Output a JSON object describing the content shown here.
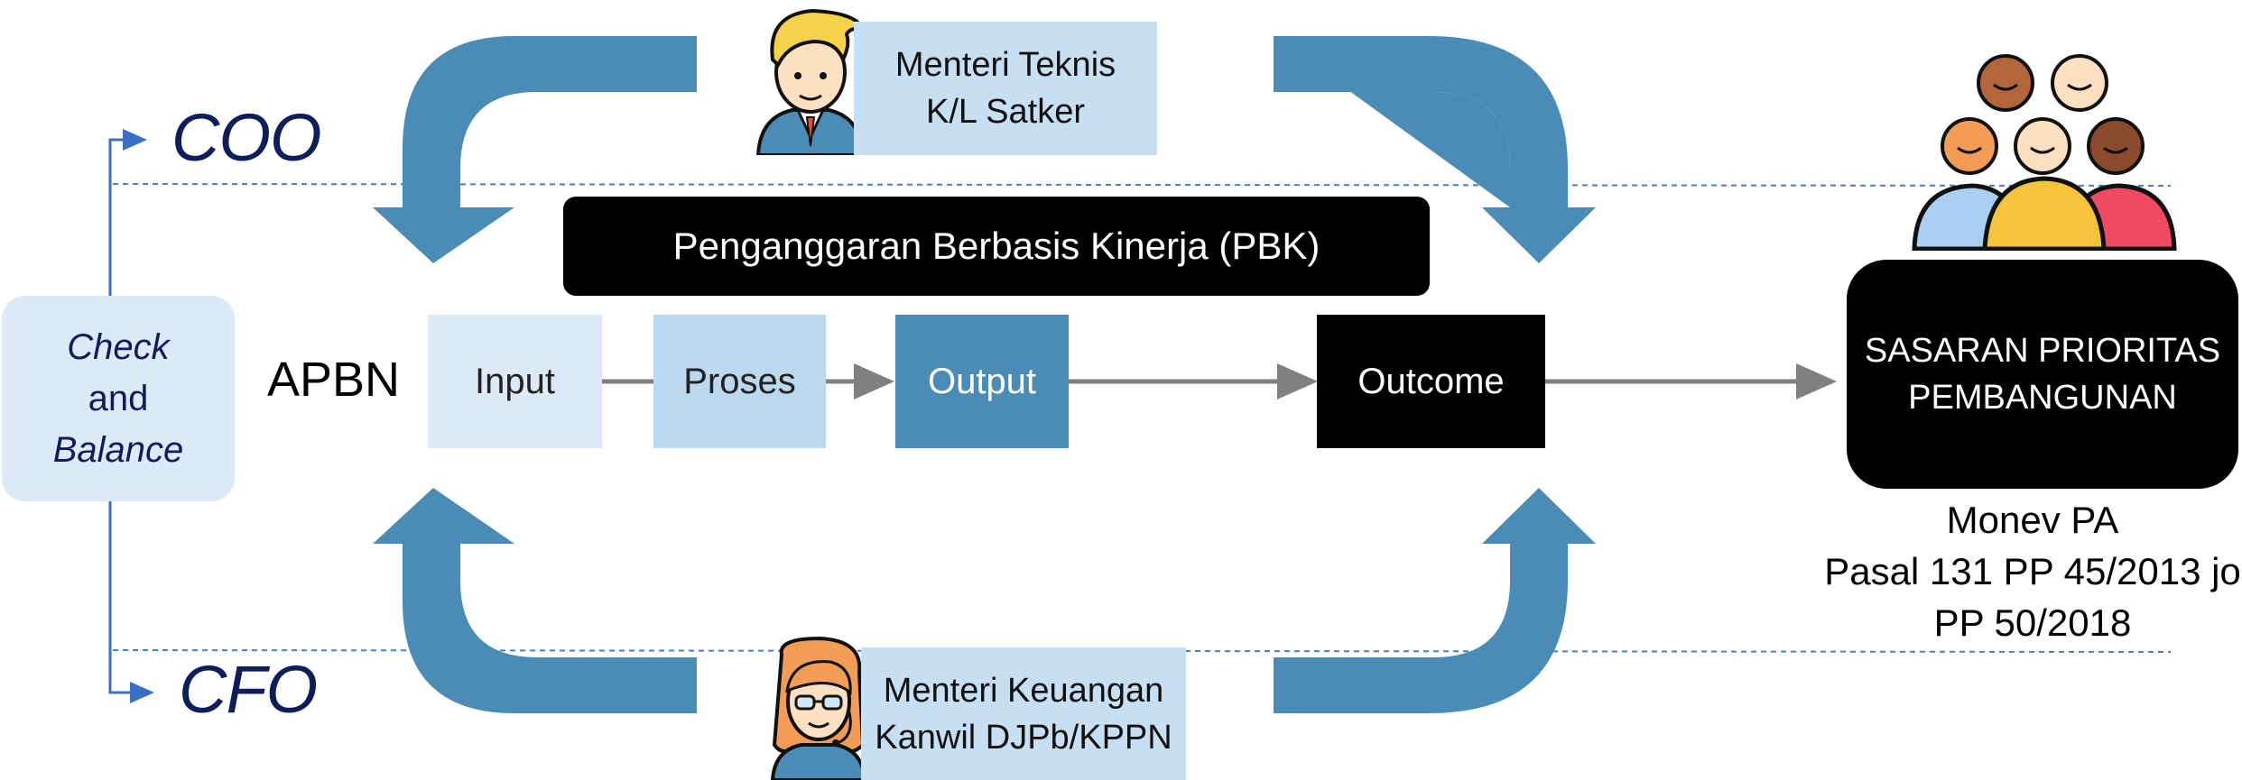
{
  "roles": {
    "top": "COO",
    "bottom": "CFO"
  },
  "check_balance": {
    "line1": "Check",
    "line2": "and",
    "line3": "Balance"
  },
  "apbn": "APBN",
  "pbk_banner": "Penganggaran Berbasis Kinerja (PBK)",
  "flow": {
    "input": "Input",
    "proses": "Proses",
    "output": "Output",
    "outcome": "Outcome"
  },
  "technical_minister": {
    "line1": "Menteri Teknis",
    "line2": "K/L Satker"
  },
  "finance_minister": {
    "line1": "Menteri Keuangan",
    "line2": "Kanwil DJPb/KPPN"
  },
  "target": {
    "line1": "SASARAN PRIORITAS",
    "line2": "PEMBANGUNAN"
  },
  "monev": {
    "line1": "Monev PA",
    "line2": "Pasal 131 PP 45/2013 jo",
    "line3": "PP 50/2018"
  },
  "colors": {
    "arrow_blue": "#4a8cb6",
    "light_blue": "#dde9f6",
    "mid_blue": "#bcd8ef",
    "dark_blue": "#4a8cb6",
    "navy_text": "#0d1e5a",
    "black": "#000000"
  }
}
